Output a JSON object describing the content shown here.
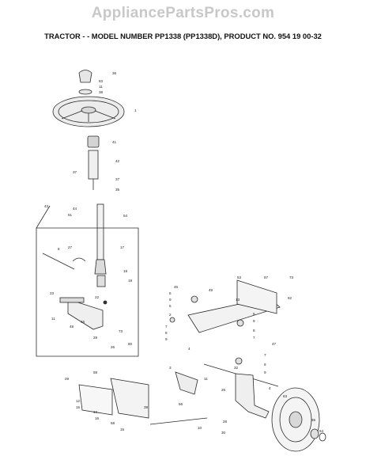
{
  "watermark": "AppliancePartsPros.com",
  "title": "TRACTOR - - MODEL NUMBER PP1338 (PP1338D), PRODUCT NO. 954 19 00-32",
  "colors": {
    "watermark": "#c8c8c8",
    "line": "#2a2a2a",
    "fill": "#e6e6e6"
  },
  "labels": {
    "l36a": "36",
    "l83": "83",
    "l11a": "11",
    "l38": "38",
    "l1": "1",
    "l41": "41",
    "l42": "42",
    "l37a": "37",
    "l37b": "37",
    "l35": "35",
    "l43": "43",
    "l44": "44",
    "l51": "51",
    "l54": "54",
    "l17": "17",
    "l27a": "27",
    "l6a": "6",
    "l18": "18",
    "l19": "19",
    "l22": "22",
    "l23": "23",
    "l11b": "11",
    "l48": "48",
    "l46": "46",
    "l29a": "29",
    "l26a": "26",
    "l73": "73",
    "l80a": "80",
    "l46b": "46",
    "l6b": "6",
    "l9a": "9",
    "l5a": "5",
    "l2": "2",
    "l7a": "7",
    "l8a": "8",
    "l9b": "9",
    "l49": "49",
    "l13": "13",
    "l53": "53",
    "l67": "67",
    "l73b": "73",
    "l82": "82",
    "l5b": "5",
    "l9c": "9",
    "l8b": "8",
    "l7b": "7",
    "l47": "47",
    "l4": "4",
    "l3": "3",
    "l32": "32",
    "l7c": "7",
    "l8c": "8",
    "l9d": "9",
    "l11c": "11",
    "l26b": "26",
    "l4b": "4",
    "l28": "28",
    "l30": "30",
    "l63": "63",
    "l10": "10",
    "l56": "56",
    "l29b": "29",
    "l59": "59",
    "l12": "12",
    "l15": "15",
    "l14": "14",
    "l16": "16",
    "l58": "58",
    "l15b": "15",
    "l39": "39",
    "l65": "65",
    "l64": "64"
  }
}
